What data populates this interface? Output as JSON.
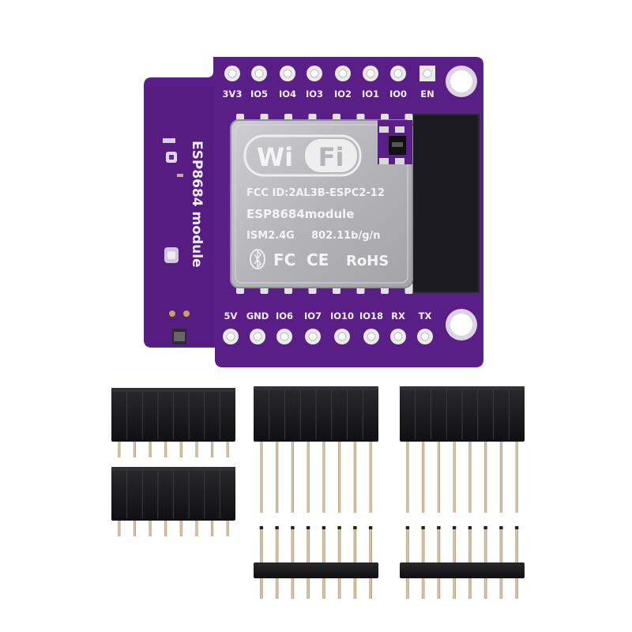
{
  "board": {
    "colors": {
      "pcb": "#5a1f86",
      "pcb_dark": "#3f1066",
      "pad": "#e9e9e9",
      "shield": "#b9b9bd",
      "header": "#17171a",
      "pin": "#c9b690"
    },
    "top_labels": [
      "3V3",
      "IO5",
      "IO4",
      "IO3",
      "IO2",
      "IO1",
      "IO0",
      "EN"
    ],
    "bottom_labels": [
      "5V",
      "GND",
      "IO6",
      "IO7",
      "IO10",
      "IO18",
      "RX",
      "TX"
    ],
    "side_text": "ESP8684 module",
    "shield": {
      "wifi_left": "Wi",
      "wifi_right": "Fi",
      "fcc_id": "FCC ID:2AL3B-ESPC2-12",
      "model": "ESP8684module",
      "freq": "ISM2.4G",
      "standard": "802.11b/g/n",
      "cert_fc": "FC",
      "cert_ce": "CE",
      "cert_rohs": "RoHS"
    }
  },
  "headers": {
    "female_short_count": 2,
    "female_long_count": 2,
    "male_count": 2,
    "pins_per_header": 8
  }
}
